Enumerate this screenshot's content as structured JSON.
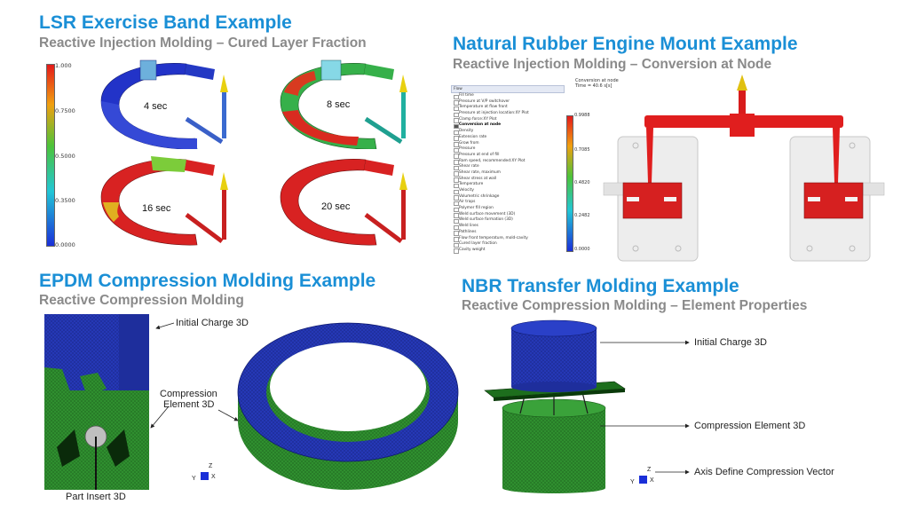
{
  "colors": {
    "blue_title": "#1a8fd6",
    "gray_subtitle": "#8a8a8a",
    "rubber_red": "#d62020",
    "mesh_blue": "#2a3fb8",
    "mesh_green": "#2c8a2c"
  },
  "lsr": {
    "title": "LSR Exercise Band Example",
    "subtitle": "Reactive Injection Molding – Cured Layer Fraction",
    "colorbar_ticks": [
      "1.000",
      "0.7500",
      "0.5000",
      "0.3500",
      "0.0000"
    ],
    "snapshots": [
      "4 sec",
      "8 sec",
      "16 sec",
      "20 sec"
    ]
  },
  "mount": {
    "title": "Natural Rubber Engine Mount Example",
    "subtitle": "Reactive Injection Molding – Conversion at Node",
    "tree_header": "Flow",
    "tree_items": [
      "Fill time",
      "Pressure at V/P switchover",
      "Temperature at flow front",
      "Pressure at injection location:XY Plot",
      "Clamp force:XY Plot",
      "Conversion at node",
      "Density",
      "Extension rate",
      "Grow from",
      "Pressure",
      "Pressure at end of fill",
      "Ram speed, recommended:XY Plot",
      "Shear rate",
      "Shear rate, maximum",
      "Shear stress at wall",
      "Temperature",
      "Velocity",
      "Volumetric shrinkage",
      "Air traps",
      "Polymer fill region",
      "Weld surface movement (3D)",
      "Weld surface formation (3D)",
      "Weld lines",
      "Pathlines",
      "Flow front temperature, mold-cavity",
      "Cured layer fraction",
      "Cavity weight"
    ],
    "checked_index": 5,
    "result_label": "Conversion at node",
    "result_time": "Time = 40.6 s[s]",
    "colorbar_ticks": [
      "0.9988",
      "0.7085",
      "0.4820",
      "0.2482",
      "0.0000"
    ]
  },
  "epdm": {
    "title": "EPDM Compression Molding Example",
    "subtitle": "Reactive Compression Molding",
    "annotations": {
      "initial_charge": "Initial Charge 3D",
      "compression_line1": "Compression",
      "compression_line2": "Element 3D",
      "part_insert": "Part Insert 3D"
    },
    "axis": {
      "z": "Z",
      "y": "Y",
      "x": "X"
    }
  },
  "nbr": {
    "title": "NBR Transfer Molding Example",
    "subtitle": "Reactive Compression Molding – Element Properties",
    "annotations": {
      "initial_charge": "Initial Charge 3D",
      "compression_element": "Compression Element 3D",
      "axis_define": "Axis Define Compression Vector"
    },
    "axis": {
      "z": "Z",
      "y": "Y",
      "x": "X"
    }
  }
}
